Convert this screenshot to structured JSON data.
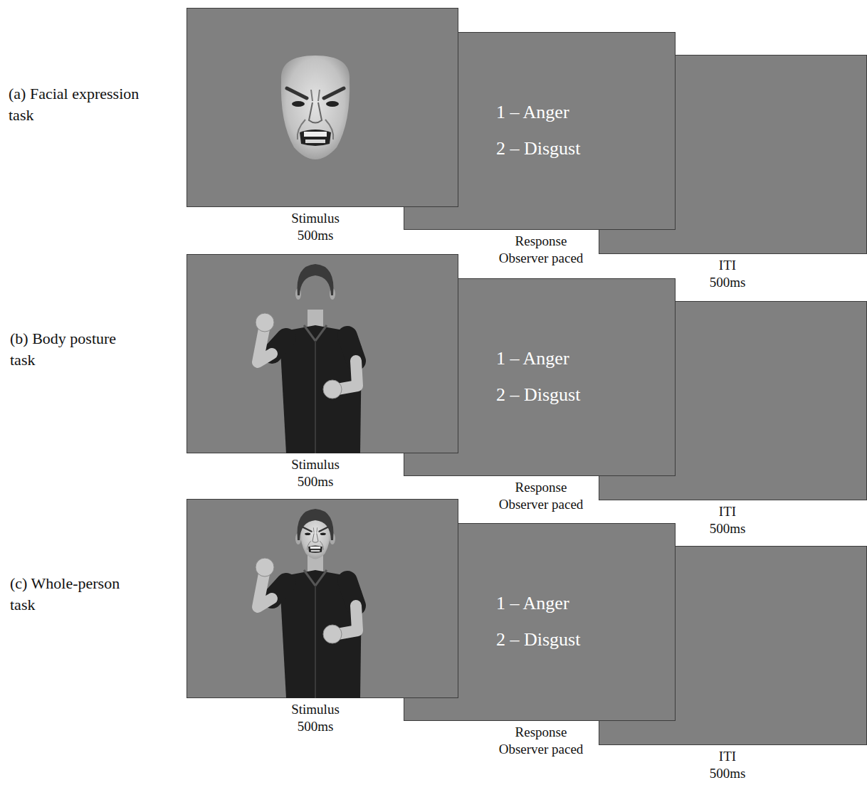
{
  "diagram": {
    "nodes": [
      {
        "text": [
          "Stimulus 500ms"
        ]
      },
      {
        "text": [
          "1 – Anger",
          "2 – Disgust",
          "Response Observer paced"
        ]
      },
      {
        "text": [
          "ITI 500ms"
        ]
      },
      {
        "text": [
          "Stimulus 500ms"
        ]
      },
      {
        "text": [
          "1 – Anger",
          "2 – Disgust",
          "Response Observer paced"
        ]
      },
      {
        "text": [
          "ITI 500ms"
        ]
      },
      {
        "text": [
          "Stimulus 500ms"
        ]
      },
      {
        "text": [
          "1 – Anger",
          "2 – Disgust",
          "Response Observer paced"
        ]
      },
      {
        "text": [
          "ITI 500ms"
        ]
      }
    ],
    "labels": [
      "(a) Facial expression task",
      "(b) Body posture task",
      "(c) Whole-person task"
    ]
  }
}
